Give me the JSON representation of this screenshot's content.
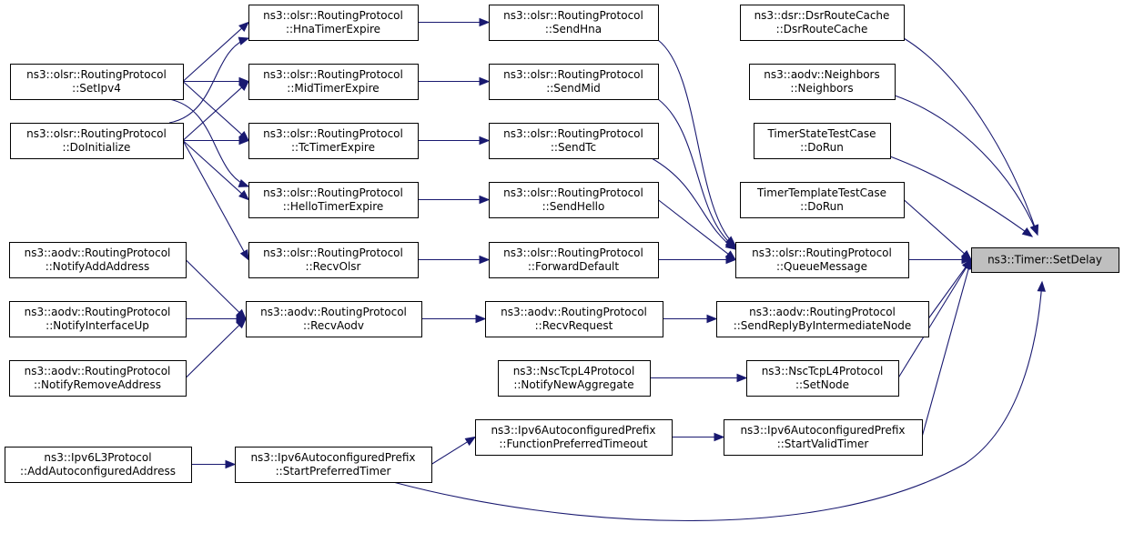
{
  "graph": {
    "title": "",
    "edge_color": "#191970",
    "root_fill": "#bfbfbf",
    "nodes": [
      {
        "id": "setdelay",
        "lines": [
          "ns3::Timer::SetDelay"
        ],
        "root": true
      },
      {
        "id": "dsrroutecache",
        "lines": [
          "ns3::dsr::DsrRouteCache",
          "::DsrRouteCache"
        ]
      },
      {
        "id": "neighbors",
        "lines": [
          "ns3::aodv::Neighbors",
          "::Neighbors"
        ]
      },
      {
        "id": "timerstate",
        "lines": [
          "TimerStateTestCase",
          "::DoRun"
        ]
      },
      {
        "id": "timertemplate",
        "lines": [
          "TimerTemplateTestCase",
          "::DoRun"
        ]
      },
      {
        "id": "queuemessage",
        "lines": [
          "ns3::olsr::RoutingProtocol",
          "::QueueMessage"
        ]
      },
      {
        "id": "sendreply",
        "lines": [
          "ns3::aodv::RoutingProtocol",
          "::SendReplyByIntermediateNode"
        ]
      },
      {
        "id": "setnode",
        "lines": [
          "ns3::NscTcpL4Protocol",
          "::SetNode"
        ]
      },
      {
        "id": "startvalid",
        "lines": [
          "ns3::Ipv6AutoconfiguredPrefix",
          "::StartValidTimer"
        ]
      },
      {
        "id": "sendhna",
        "lines": [
          "ns3::olsr::RoutingProtocol",
          "::SendHna"
        ]
      },
      {
        "id": "sendmid",
        "lines": [
          "ns3::olsr::RoutingProtocol",
          "::SendMid"
        ]
      },
      {
        "id": "sendtc",
        "lines": [
          "ns3::olsr::RoutingProtocol",
          "::SendTc"
        ]
      },
      {
        "id": "sendhello",
        "lines": [
          "ns3::olsr::RoutingProtocol",
          "::SendHello"
        ]
      },
      {
        "id": "forwarddefault",
        "lines": [
          "ns3::olsr::RoutingProtocol",
          "::ForwardDefault"
        ]
      },
      {
        "id": "recvrequest",
        "lines": [
          "ns3::aodv::RoutingProtocol",
          "::RecvRequest"
        ]
      },
      {
        "id": "notifynewagg",
        "lines": [
          "ns3::NscTcpL4Protocol",
          "::NotifyNewAggregate"
        ]
      },
      {
        "id": "functionpreferred",
        "lines": [
          "ns3::Ipv6AutoconfiguredPrefix",
          "::FunctionPreferredTimeout"
        ]
      },
      {
        "id": "hnatimer",
        "lines": [
          "ns3::olsr::RoutingProtocol",
          "::HnaTimerExpire"
        ]
      },
      {
        "id": "midtimer",
        "lines": [
          "ns3::olsr::RoutingProtocol",
          "::MidTimerExpire"
        ]
      },
      {
        "id": "tctimer",
        "lines": [
          "ns3::olsr::RoutingProtocol",
          "::TcTimerExpire"
        ]
      },
      {
        "id": "hellotimer",
        "lines": [
          "ns3::olsr::RoutingProtocol",
          "::HelloTimerExpire"
        ]
      },
      {
        "id": "recvolsr",
        "lines": [
          "ns3::olsr::RoutingProtocol",
          "::RecvOlsr"
        ]
      },
      {
        "id": "recvaodv",
        "lines": [
          "ns3::aodv::RoutingProtocol",
          "::RecvAodv"
        ]
      },
      {
        "id": "startpreferred",
        "lines": [
          "ns3::Ipv6AutoconfiguredPrefix",
          "::StartPreferredTimer"
        ]
      },
      {
        "id": "setipv4",
        "lines": [
          "ns3::olsr::RoutingProtocol",
          "::SetIpv4"
        ]
      },
      {
        "id": "doinitialize",
        "lines": [
          "ns3::olsr::RoutingProtocol",
          "::DoInitialize"
        ]
      },
      {
        "id": "notifyaddaddr",
        "lines": [
          "ns3::aodv::RoutingProtocol",
          "::NotifyAddAddress"
        ]
      },
      {
        "id": "notifyifup",
        "lines": [
          "ns3::aodv::RoutingProtocol",
          "::NotifyInterfaceUp"
        ]
      },
      {
        "id": "notifyremove",
        "lines": [
          "ns3::aodv::RoutingProtocol",
          "::NotifyRemoveAddress"
        ]
      },
      {
        "id": "addautoconf",
        "lines": [
          "ns3::Ipv6L3Protocol",
          "::AddAutoconfiguredAddress"
        ]
      }
    ],
    "edges": [
      {
        "from": "dsrroutecache",
        "to": "setdelay"
      },
      {
        "from": "neighbors",
        "to": "setdelay"
      },
      {
        "from": "timerstate",
        "to": "setdelay"
      },
      {
        "from": "timertemplate",
        "to": "setdelay"
      },
      {
        "from": "queuemessage",
        "to": "setdelay"
      },
      {
        "from": "sendreply",
        "to": "setdelay"
      },
      {
        "from": "setnode",
        "to": "setdelay"
      },
      {
        "from": "startvalid",
        "to": "setdelay"
      },
      {
        "from": "startpreferred",
        "to": "setdelay"
      },
      {
        "from": "sendhna",
        "to": "queuemessage"
      },
      {
        "from": "sendmid",
        "to": "queuemessage"
      },
      {
        "from": "sendtc",
        "to": "queuemessage"
      },
      {
        "from": "sendhello",
        "to": "queuemessage"
      },
      {
        "from": "forwarddefault",
        "to": "queuemessage"
      },
      {
        "from": "recvrequest",
        "to": "sendreply"
      },
      {
        "from": "notifynewagg",
        "to": "setnode"
      },
      {
        "from": "functionpreferred",
        "to": "startvalid"
      },
      {
        "from": "hnatimer",
        "to": "sendhna"
      },
      {
        "from": "midtimer",
        "to": "sendmid"
      },
      {
        "from": "tctimer",
        "to": "sendtc"
      },
      {
        "from": "hellotimer",
        "to": "sendhello"
      },
      {
        "from": "recvolsr",
        "to": "forwarddefault"
      },
      {
        "from": "recvaodv",
        "to": "recvrequest"
      },
      {
        "from": "startpreferred",
        "to": "functionpreferred"
      },
      {
        "from": "setipv4",
        "to": "hnatimer"
      },
      {
        "from": "setipv4",
        "to": "midtimer"
      },
      {
        "from": "setipv4",
        "to": "tctimer"
      },
      {
        "from": "setipv4",
        "to": "hellotimer"
      },
      {
        "from": "doinitialize",
        "to": "hnatimer"
      },
      {
        "from": "doinitialize",
        "to": "midtimer"
      },
      {
        "from": "doinitialize",
        "to": "tctimer"
      },
      {
        "from": "doinitialize",
        "to": "hellotimer"
      },
      {
        "from": "doinitialize",
        "to": "recvolsr"
      },
      {
        "from": "notifyaddaddr",
        "to": "recvaodv"
      },
      {
        "from": "notifyifup",
        "to": "recvaodv"
      },
      {
        "from": "notifyremove",
        "to": "recvaodv"
      },
      {
        "from": "addautoconf",
        "to": "startpreferred"
      }
    ]
  }
}
